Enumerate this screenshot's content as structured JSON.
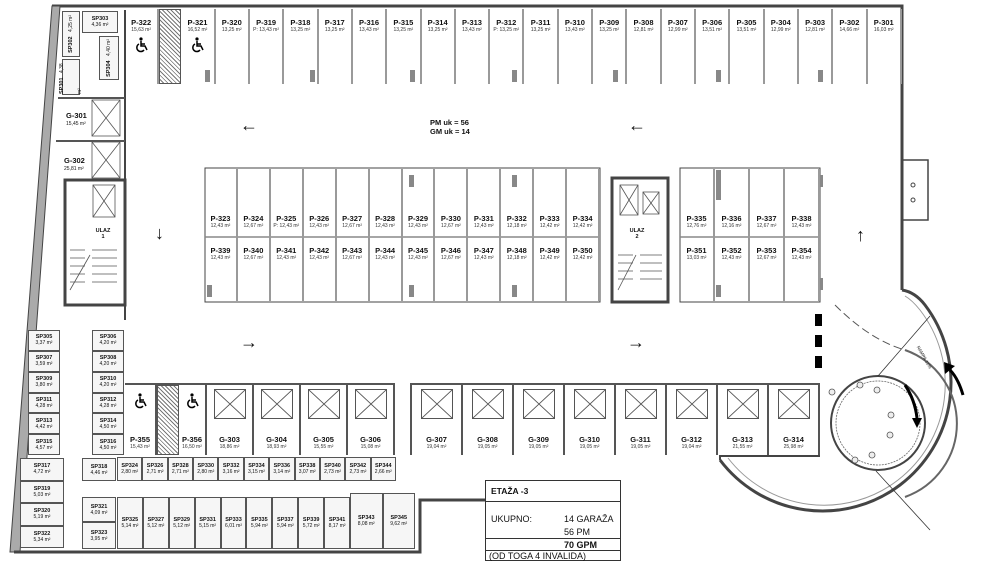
{
  "title": "ETAŽA -3",
  "totals_note": {
    "pm": "PM uk = 56",
    "gm": "GM uk = 14"
  },
  "top_row": [
    {
      "id": "P-322",
      "area": "15,63 m²"
    },
    {
      "id": "P-321",
      "area": "16,52 m²"
    },
    {
      "id": "P-320",
      "area": "13,25 m²"
    },
    {
      "id": "P-319",
      "area": "P: 13,43 m²"
    },
    {
      "id": "P-318",
      "area": "13,25 m²"
    },
    {
      "id": "P-317",
      "area": "13,25 m²"
    },
    {
      "id": "P-316",
      "area": "13,43 m²"
    },
    {
      "id": "P-315",
      "area": "13,25 m²"
    },
    {
      "id": "P-314",
      "area": "13,25 m²"
    },
    {
      "id": "P-313",
      "area": "13,43 m²"
    },
    {
      "id": "P-312",
      "area": "P: 13,25 m²"
    },
    {
      "id": "P-311",
      "area": "13,25 m²"
    },
    {
      "id": "P-310",
      "area": "13,43 m²"
    },
    {
      "id": "P-309",
      "area": "13,25 m²"
    },
    {
      "id": "P-308",
      "area": "12,81 m²"
    },
    {
      "id": "P-307",
      "area": "12,99 m²"
    },
    {
      "id": "P-306",
      "area": "13,51 m²"
    },
    {
      "id": "P-305",
      "area": "13,51 m²"
    },
    {
      "id": "P-304",
      "area": "12,99 m²"
    },
    {
      "id": "P-303",
      "area": "12,81 m²"
    },
    {
      "id": "P-302",
      "area": "14,66 m²"
    },
    {
      "id": "P-301",
      "area": "16,03 m²"
    }
  ],
  "island_top": [
    {
      "id": "P-323",
      "area": "12,43 m²"
    },
    {
      "id": "P-324",
      "area": "12,67 m²"
    },
    {
      "id": "P-325",
      "area": "P: 12,43 m²"
    },
    {
      "id": "P-326",
      "area": "12,43 m²"
    },
    {
      "id": "P-327",
      "area": "12,67 m²"
    },
    {
      "id": "P-328",
      "area": "12,43 m²"
    },
    {
      "id": "P-329",
      "area": "12,43 m²"
    },
    {
      "id": "P-330",
      "area": "12,67 m²"
    },
    {
      "id": "P-331",
      "area": "12,43 m²"
    },
    {
      "id": "P-332",
      "area": "12,18 m²"
    },
    {
      "id": "P-333",
      "area": "12,42 m²"
    },
    {
      "id": "P-334",
      "area": "12,42 m²"
    }
  ],
  "island_bottom": [
    {
      "id": "P-339",
      "area": "12,43 m²"
    },
    {
      "id": "P-340",
      "area": "12,67 m²"
    },
    {
      "id": "P-341",
      "area": "12,43 m²"
    },
    {
      "id": "P-342",
      "area": "12,43 m²"
    },
    {
      "id": "P-343",
      "area": "12,67 m²"
    },
    {
      "id": "P-344",
      "area": "12,43 m²"
    },
    {
      "id": "P-345",
      "area": "12,43 m²"
    },
    {
      "id": "P-346",
      "area": "12,67 m²"
    },
    {
      "id": "P-347",
      "area": "12,43 m²"
    },
    {
      "id": "P-348",
      "area": "12,18 m²"
    },
    {
      "id": "P-349",
      "area": "12,42 m²"
    },
    {
      "id": "P-350",
      "area": "12,42 m²"
    }
  ],
  "right_top": [
    {
      "id": "P-335",
      "area": "12,76 m²"
    },
    {
      "id": "P-336",
      "area": "12,16 m²"
    },
    {
      "id": "P-337",
      "area": "12,67 m²"
    },
    {
      "id": "P-338",
      "area": "12,43 m²"
    }
  ],
  "right_bottom": [
    {
      "id": "P-351",
      "area": "13,03 m²"
    },
    {
      "id": "P-352",
      "area": "12,43 m²"
    },
    {
      "id": "P-353",
      "area": "12,67 m²"
    },
    {
      "id": "P-354",
      "area": "12,43 m²"
    }
  ],
  "bottom_left": [
    {
      "id": "P-355",
      "area": "15,43 m²"
    },
    {
      "id": "P-356",
      "area": "16,50 m²"
    },
    {
      "id": "G-303",
      "area": "18,86 m²"
    },
    {
      "id": "G-304",
      "area": "18,93 m²"
    },
    {
      "id": "G-305",
      "area": "15,55 m²"
    },
    {
      "id": "G-306",
      "area": "15,08 m²"
    }
  ],
  "bottom_right": [
    {
      "id": "G-307",
      "area": "19,04 m²"
    },
    {
      "id": "G-308",
      "area": "19,05 m²"
    },
    {
      "id": "G-309",
      "area": "19,05 m²"
    },
    {
      "id": "G-310",
      "area": "19,05 m²"
    },
    {
      "id": "G-311",
      "area": "19,05 m²"
    },
    {
      "id": "G-312",
      "area": "19,04 m²"
    },
    {
      "id": "G-313",
      "area": "21,55 m²"
    },
    {
      "id": "G-314",
      "area": "25,98 m²"
    }
  ],
  "left_garages": [
    {
      "id": "G-301",
      "area": "15,45 m²"
    },
    {
      "id": "G-302",
      "area": "25,81 m²"
    }
  ],
  "storage_top_left": {
    "sp303": {
      "id": "SP303",
      "area": "4,36 m²"
    },
    "sp302": {
      "id": "SP302",
      "area": "4,25 m²"
    },
    "sp304": {
      "id": "SP304",
      "area": "4,40 m²"
    },
    "sp301": {
      "id": "SP301",
      "area": "4,38 m²"
    }
  },
  "storage_left_grid": [
    {
      "id": "SP305",
      "area": "3,37 m²"
    },
    {
      "id": "SP306",
      "area": "4,20 m²"
    },
    {
      "id": "SP307",
      "area": "3,59 m²"
    },
    {
      "id": "SP308",
      "area": "4,20 m²"
    },
    {
      "id": "SP309",
      "area": "3,80 m²"
    },
    {
      "id": "SP310",
      "area": "4,20 m²"
    },
    {
      "id": "SP311",
      "area": "4,28 m²"
    },
    {
      "id": "SP312",
      "area": "4,28 m²"
    },
    {
      "id": "SP313",
      "area": "4,42 m²"
    },
    {
      "id": "SP314",
      "area": "4,50 m²"
    },
    {
      "id": "SP315",
      "area": "4,57 m²"
    },
    {
      "id": "SP316",
      "area": "4,50 m²"
    }
  ],
  "storage_left_col": [
    {
      "id": "SP317",
      "area": "4,72 m²"
    },
    {
      "id": "SP319",
      "area": "5,03 m²"
    },
    {
      "id": "SP320",
      "area": "5,19 m²"
    },
    {
      "id": "SP322",
      "area": "5,34 m²"
    }
  ],
  "storage_mid": {
    "sp318": {
      "id": "SP318",
      "area": "4,46 m²"
    },
    "sp321": {
      "id": "SP321",
      "area": "4,09 m²"
    },
    "sp323": {
      "id": "SP323",
      "area": "3,95 m²"
    }
  },
  "storage_row_top": [
    {
      "id": "SP324",
      "area": "2,80 m²"
    },
    {
      "id": "SP326",
      "area": "2,71 m²"
    },
    {
      "id": "SP328",
      "area": "2,71 m²"
    },
    {
      "id": "SP330",
      "area": "2,80 m²"
    },
    {
      "id": "SP332",
      "area": "3,16 m²"
    },
    {
      "id": "SP334",
      "area": "3,15 m²"
    },
    {
      "id": "SP336",
      "area": "3,14 m²"
    },
    {
      "id": "SP338",
      "area": "3,07 m²"
    },
    {
      "id": "SP340",
      "area": "2,73 m²"
    },
    {
      "id": "SP342",
      "area": "2,73 m²"
    },
    {
      "id": "SP344",
      "area": "2,66 m²"
    }
  ],
  "storage_row_bottom": [
    {
      "id": "SP325",
      "area": "5,14 m²"
    },
    {
      "id": "SP327",
      "area": "5,12 m²"
    },
    {
      "id": "SP329",
      "area": "5,12 m²"
    },
    {
      "id": "SP331",
      "area": "5,15 m²"
    },
    {
      "id": "SP333",
      "area": "6,01 m²"
    },
    {
      "id": "SP335",
      "area": "5,94 m²"
    },
    {
      "id": "SP337",
      "area": "5,94 m²"
    },
    {
      "id": "SP339",
      "area": "5,72 m²"
    },
    {
      "id": "SP341",
      "area": "8,17 m²"
    }
  ],
  "storage_big": [
    {
      "id": "SP343",
      "area": "8,08 m²"
    },
    {
      "id": "SP345",
      "area": "9,62 m²"
    }
  ],
  "entrances": {
    "ulaz1": "ULAZ\n1",
    "ulaz2": "ULAZ\n2"
  },
  "ramp_label": "RAMPA 11%",
  "summary": {
    "title": "ETAŽA -3",
    "label": "UKUPNO:",
    "garages": "14 GARAŽA",
    "pm": "56 PM",
    "total": "70 GPM",
    "note": "(OD TOGA 4 INVALIDA)"
  },
  "colors": {
    "wall": "#555555",
    "storage_fill": "#f6f6f6",
    "line": "#9a9a9a"
  }
}
